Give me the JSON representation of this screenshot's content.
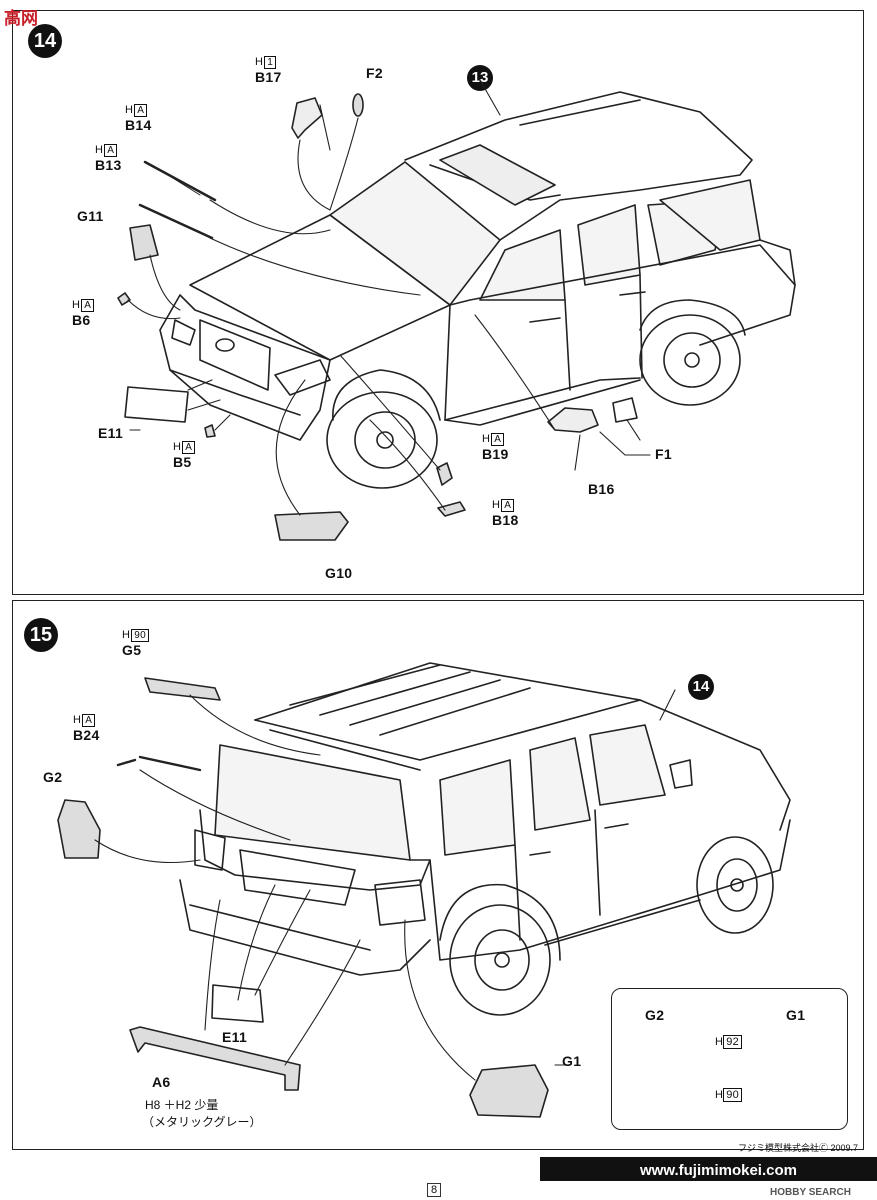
{
  "watermark_top": "高网",
  "step14": {
    "number": "14",
    "ref": "13",
    "parts": {
      "b17": {
        "paint": "1",
        "name": "B17"
      },
      "f2": {
        "name": "F2"
      },
      "b14": {
        "paint": "A",
        "name": "B14"
      },
      "b13": {
        "paint": "A",
        "name": "B13"
      },
      "g11": {
        "name": "G11"
      },
      "b6": {
        "paint": "A",
        "name": "B6"
      },
      "e11": {
        "name": "E11"
      },
      "b5": {
        "paint": "A",
        "name": "B5"
      },
      "g10": {
        "name": "G10"
      },
      "b19": {
        "paint": "A",
        "name": "B19"
      },
      "b18": {
        "paint": "A",
        "name": "B18"
      },
      "b16": {
        "name": "B16"
      },
      "f1": {
        "name": "F1"
      }
    },
    "paint_prefix": "H"
  },
  "step15": {
    "number": "15",
    "ref": "14",
    "paint_prefix": "H",
    "parts": {
      "g5": {
        "paint": "90",
        "name": "G5"
      },
      "b24": {
        "paint": "A",
        "name": "B24"
      },
      "g2": {
        "name": "G2"
      },
      "e11": {
        "name": "E11"
      },
      "a6": {
        "name": "A6"
      },
      "g1": {
        "name": "G1"
      }
    },
    "a6_note_line1": "H8 ＋H2 少量",
    "a6_note_line2": "（メタリックグレー）",
    "inset": {
      "left_label": "G2",
      "right_label": "G1",
      "paint_top": "92",
      "paint_bottom": "90"
    }
  },
  "footer": {
    "copyright": "フジミ模型株式会社Ⓒ 2009.7",
    "url": "www.fujimimokei.com",
    "page": "8",
    "watermark": "HOBBY SEARCH"
  }
}
